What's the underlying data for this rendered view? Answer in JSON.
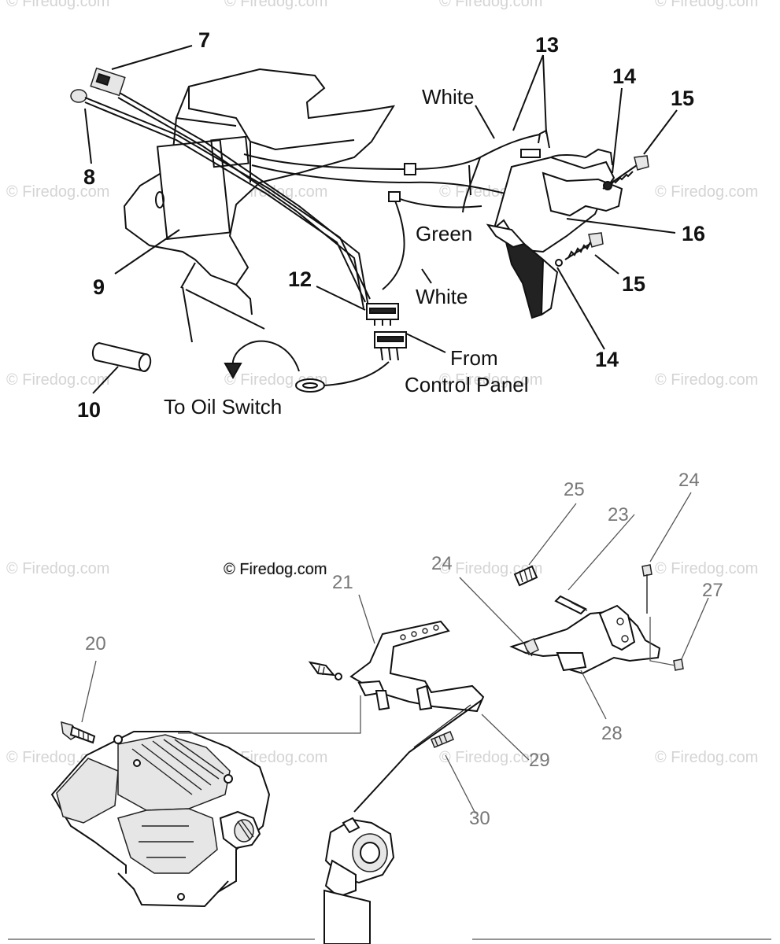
{
  "watermarks": [
    "© Firedog.com",
    "© Firedog.com",
    "© Firedog.com",
    "© Firedog.com",
    "© Firedog.com",
    "© Firedog.com",
    "© Firedog.com",
    "© Firedog.com",
    "© Firedog.com",
    "© Firedog.com",
    "© Firedog.com",
    "© Firedog.com",
    "© Firedog.com",
    "© Firedog.com",
    "© Firedog.com",
    "© Firedog.com",
    "© Firedog.com",
    "© Firedog.com",
    "© Firedog.com",
    "© Firedog.com"
  ],
  "copyright_notice": "© Firedog.com",
  "upper": {
    "callouts": [
      "7",
      "8",
      "9",
      "10",
      "12",
      "13",
      "14",
      "15",
      "16",
      "15",
      "14"
    ],
    "wire_labels": {
      "white_top": "White",
      "green": "Green",
      "white_bottom": "White"
    },
    "notes": {
      "from": "From",
      "control_panel": "Control Panel",
      "to_oil_switch": "To Oil Switch"
    }
  },
  "lower": {
    "callouts": [
      "20",
      "21",
      "24",
      "23",
      "25",
      "24",
      "27",
      "28",
      "29",
      "30"
    ]
  }
}
